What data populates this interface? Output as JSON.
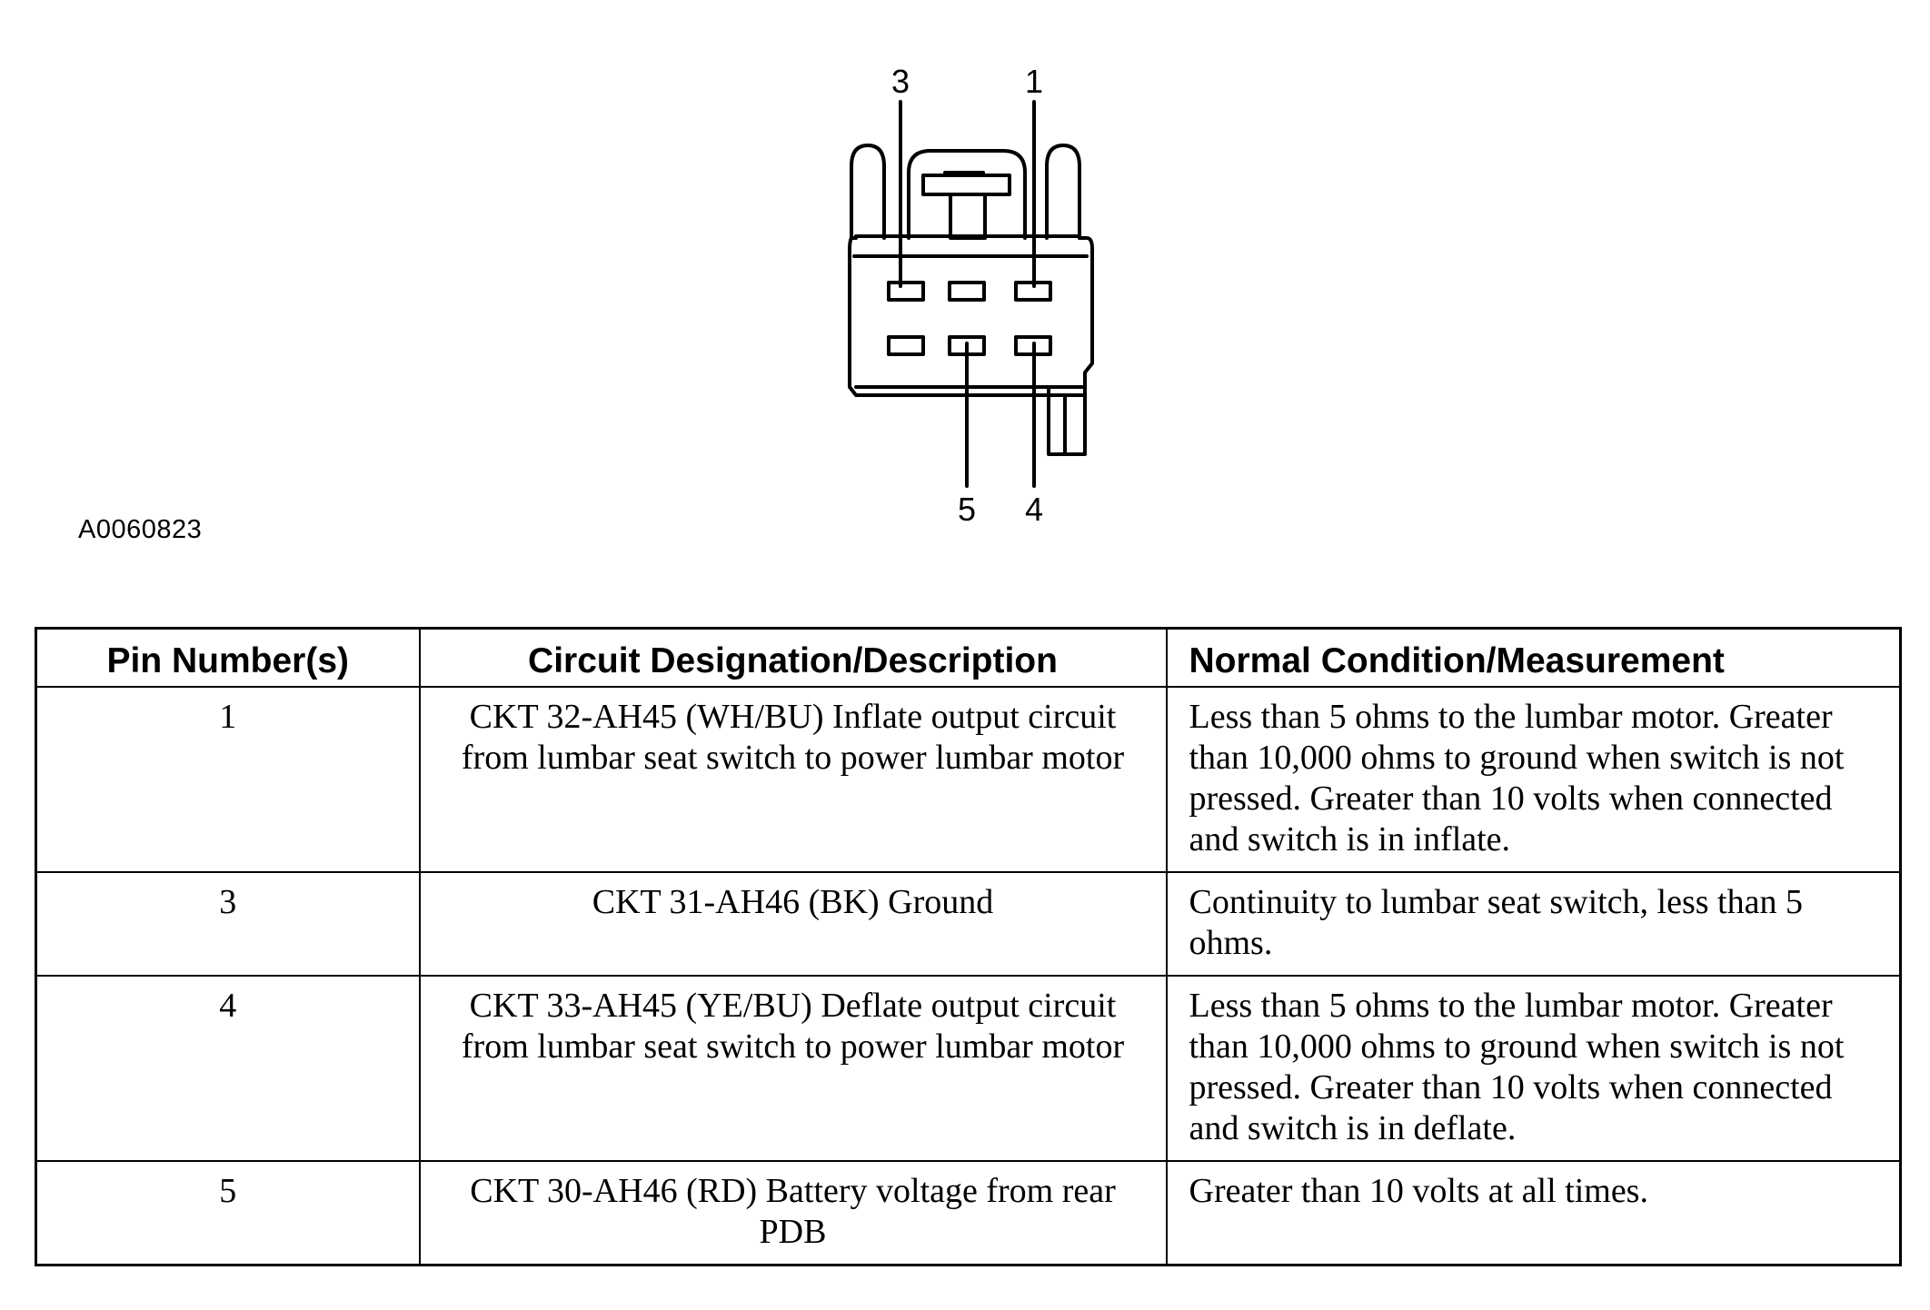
{
  "figure": {
    "id": "A0060823",
    "pin_callouts": [
      "3",
      "1",
      "5",
      "4"
    ]
  },
  "table": {
    "headers": [
      "Pin Number(s)",
      "Circuit Designation/Description",
      "Normal Condition/Measurement"
    ],
    "rows": [
      {
        "pin": "1",
        "circuit": "CKT 32-AH45 (WH/BU) Inflate output circuit from lumbar seat switch to power lumbar motor",
        "condition": "Less than 5 ohms to the lumbar motor. Greater than 10,000 ohms to ground when switch is not pressed. Greater than 10 volts when connected and switch is in inflate."
      },
      {
        "pin": "3",
        "circuit": "CKT 31-AH46 (BK) Ground",
        "condition": "Continuity to lumbar seat switch, less than 5 ohms."
      },
      {
        "pin": "4",
        "circuit": "CKT 33-AH45 (YE/BU) Deflate output circuit from lumbar seat switch to power lumbar motor",
        "condition": "Less than 5 ohms to the lumbar motor. Greater than 10,000 ohms to ground when switch is not pressed. Greater than 10 volts when connected and switch is in deflate."
      },
      {
        "pin": "5",
        "circuit": "CKT 30-AH46 (RD) Battery voltage from rear PDB",
        "condition": "Greater than 10 volts at all times."
      }
    ]
  }
}
